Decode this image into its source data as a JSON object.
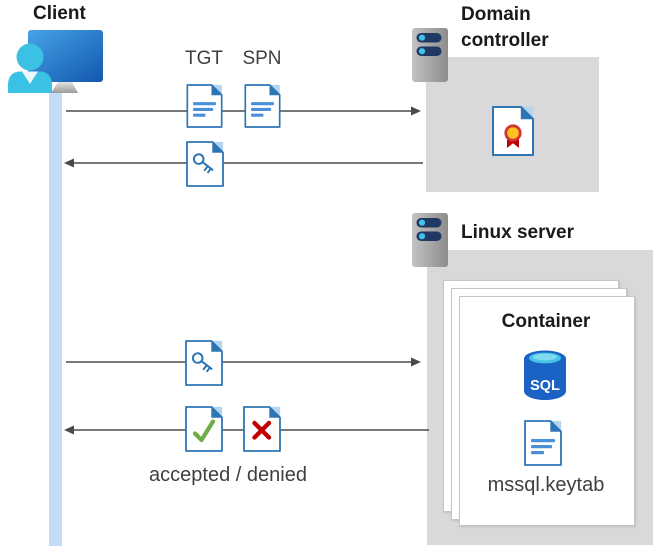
{
  "diagram": {
    "title_context": "Kerberos authentication flow",
    "client": {
      "label": "Client"
    },
    "messages": {
      "tgt_label": "TGT",
      "spn_label": "SPN",
      "accepted_denied_label": "accepted / denied"
    },
    "domain_controller": {
      "label": "Domain controller"
    },
    "linux_server": {
      "label": "Linux server"
    },
    "container": {
      "label": "Container",
      "sql_label": "SQL",
      "keytab_label": "mssql.keytab"
    },
    "icons": {
      "client": "user-at-monitor",
      "lifeline": "vertical-lifeline-bar",
      "domain_controller_server": "server-rack",
      "linux_server_server": "server-rack",
      "certificate": "certificate-document",
      "tgt_document": "text-document",
      "spn_document": "text-document",
      "service_ticket": "key-document",
      "accepted": "check-document",
      "denied": "x-document",
      "sql_database": "sql-database-cylinder",
      "keytab_file": "text-document"
    },
    "colors": {
      "box_gray": "#d9d9d9",
      "document_blue": "#2e75b6",
      "document_fold_light": "#b7d4ef",
      "text_line_blue": "#4a90d9",
      "person_cyan": "#3bc1e3",
      "monitor_blue_dark": "#1257ae",
      "lifeline_blue": "#c3dcf6",
      "arrow_gray": "#4a4a4a",
      "check_green": "#70ad47",
      "deny_red": "#c00000",
      "medal_gold": "#ffc11e",
      "sql_body_blue": "#1a63c4",
      "sql_top_cyan": "#45c2e8",
      "server_pill_navy": "#1f3864",
      "server_dot_cyan": "#41c3ea"
    }
  }
}
